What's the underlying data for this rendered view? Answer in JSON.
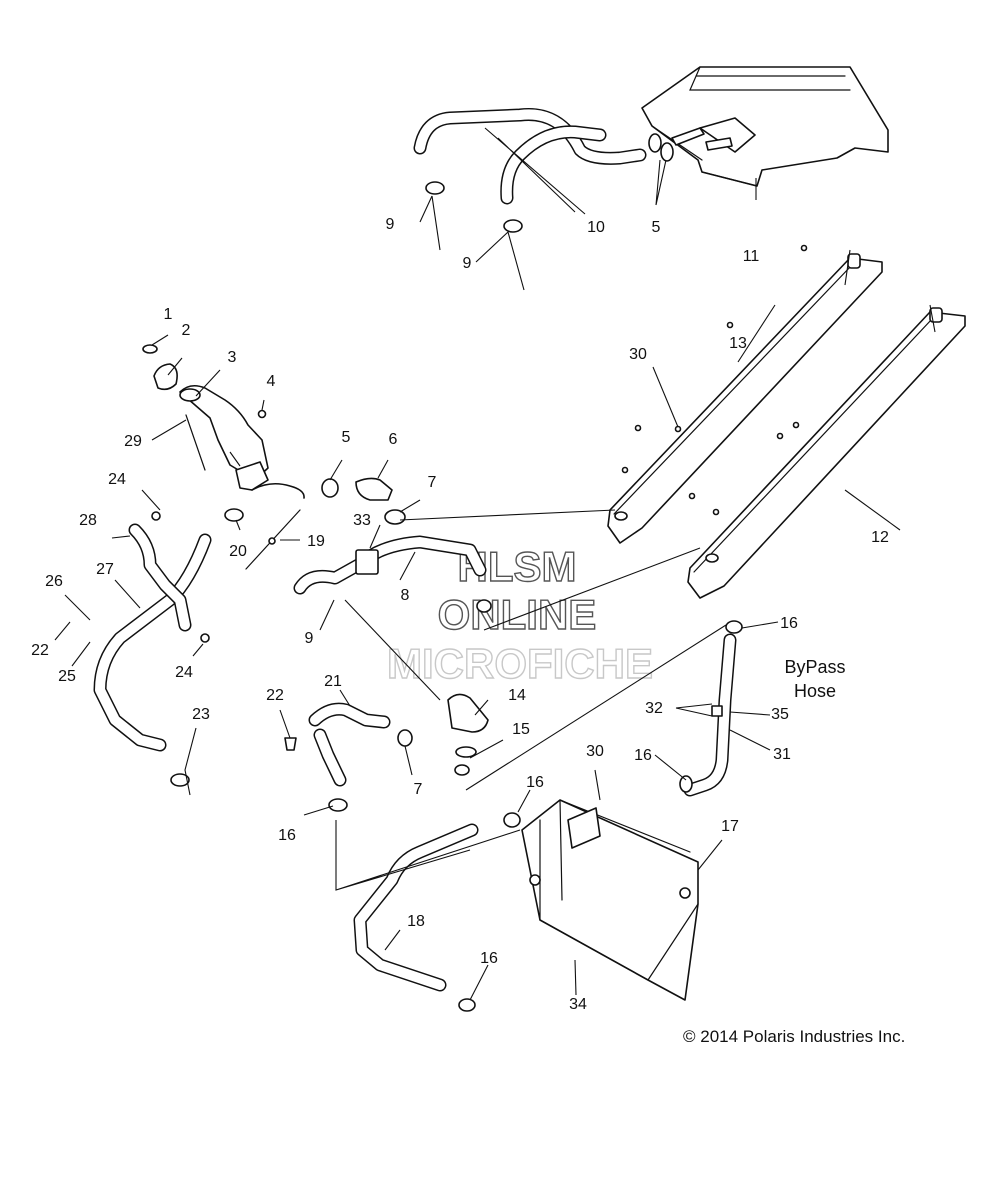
{
  "watermark": {
    "line1": "HLSM",
    "line2": "ONLINE",
    "line3": "MICROFICHE"
  },
  "note": {
    "line1": "ByPass",
    "line2": "Hose"
  },
  "copyright": "© 2014 Polaris Industries Inc.",
  "callouts": {
    "c1": "1",
    "c2": "2",
    "c3": "3",
    "c4": "4",
    "c5a": "5",
    "c5b": "5",
    "c6": "6",
    "c7a": "7",
    "c7b": "7",
    "c8": "8",
    "c9a": "9",
    "c9b": "9",
    "c9c": "9",
    "c10": "10",
    "c11": "11",
    "c12": "12",
    "c13": "13",
    "c14": "14",
    "c15": "15",
    "c16a": "16",
    "c16b": "16",
    "c16c": "16",
    "c16d": "16",
    "c16e": "16",
    "c17": "17",
    "c18": "18",
    "c19": "19",
    "c20": "20",
    "c21": "21",
    "c22a": "22",
    "c22b": "22",
    "c23": "23",
    "c24a": "24",
    "c24b": "24",
    "c25": "25",
    "c26": "26",
    "c27": "27",
    "c28": "28",
    "c29": "29",
    "c30a": "30",
    "c30b": "30",
    "c31": "31",
    "c32": "32",
    "c33": "33",
    "c34": "34",
    "c35": "35"
  }
}
